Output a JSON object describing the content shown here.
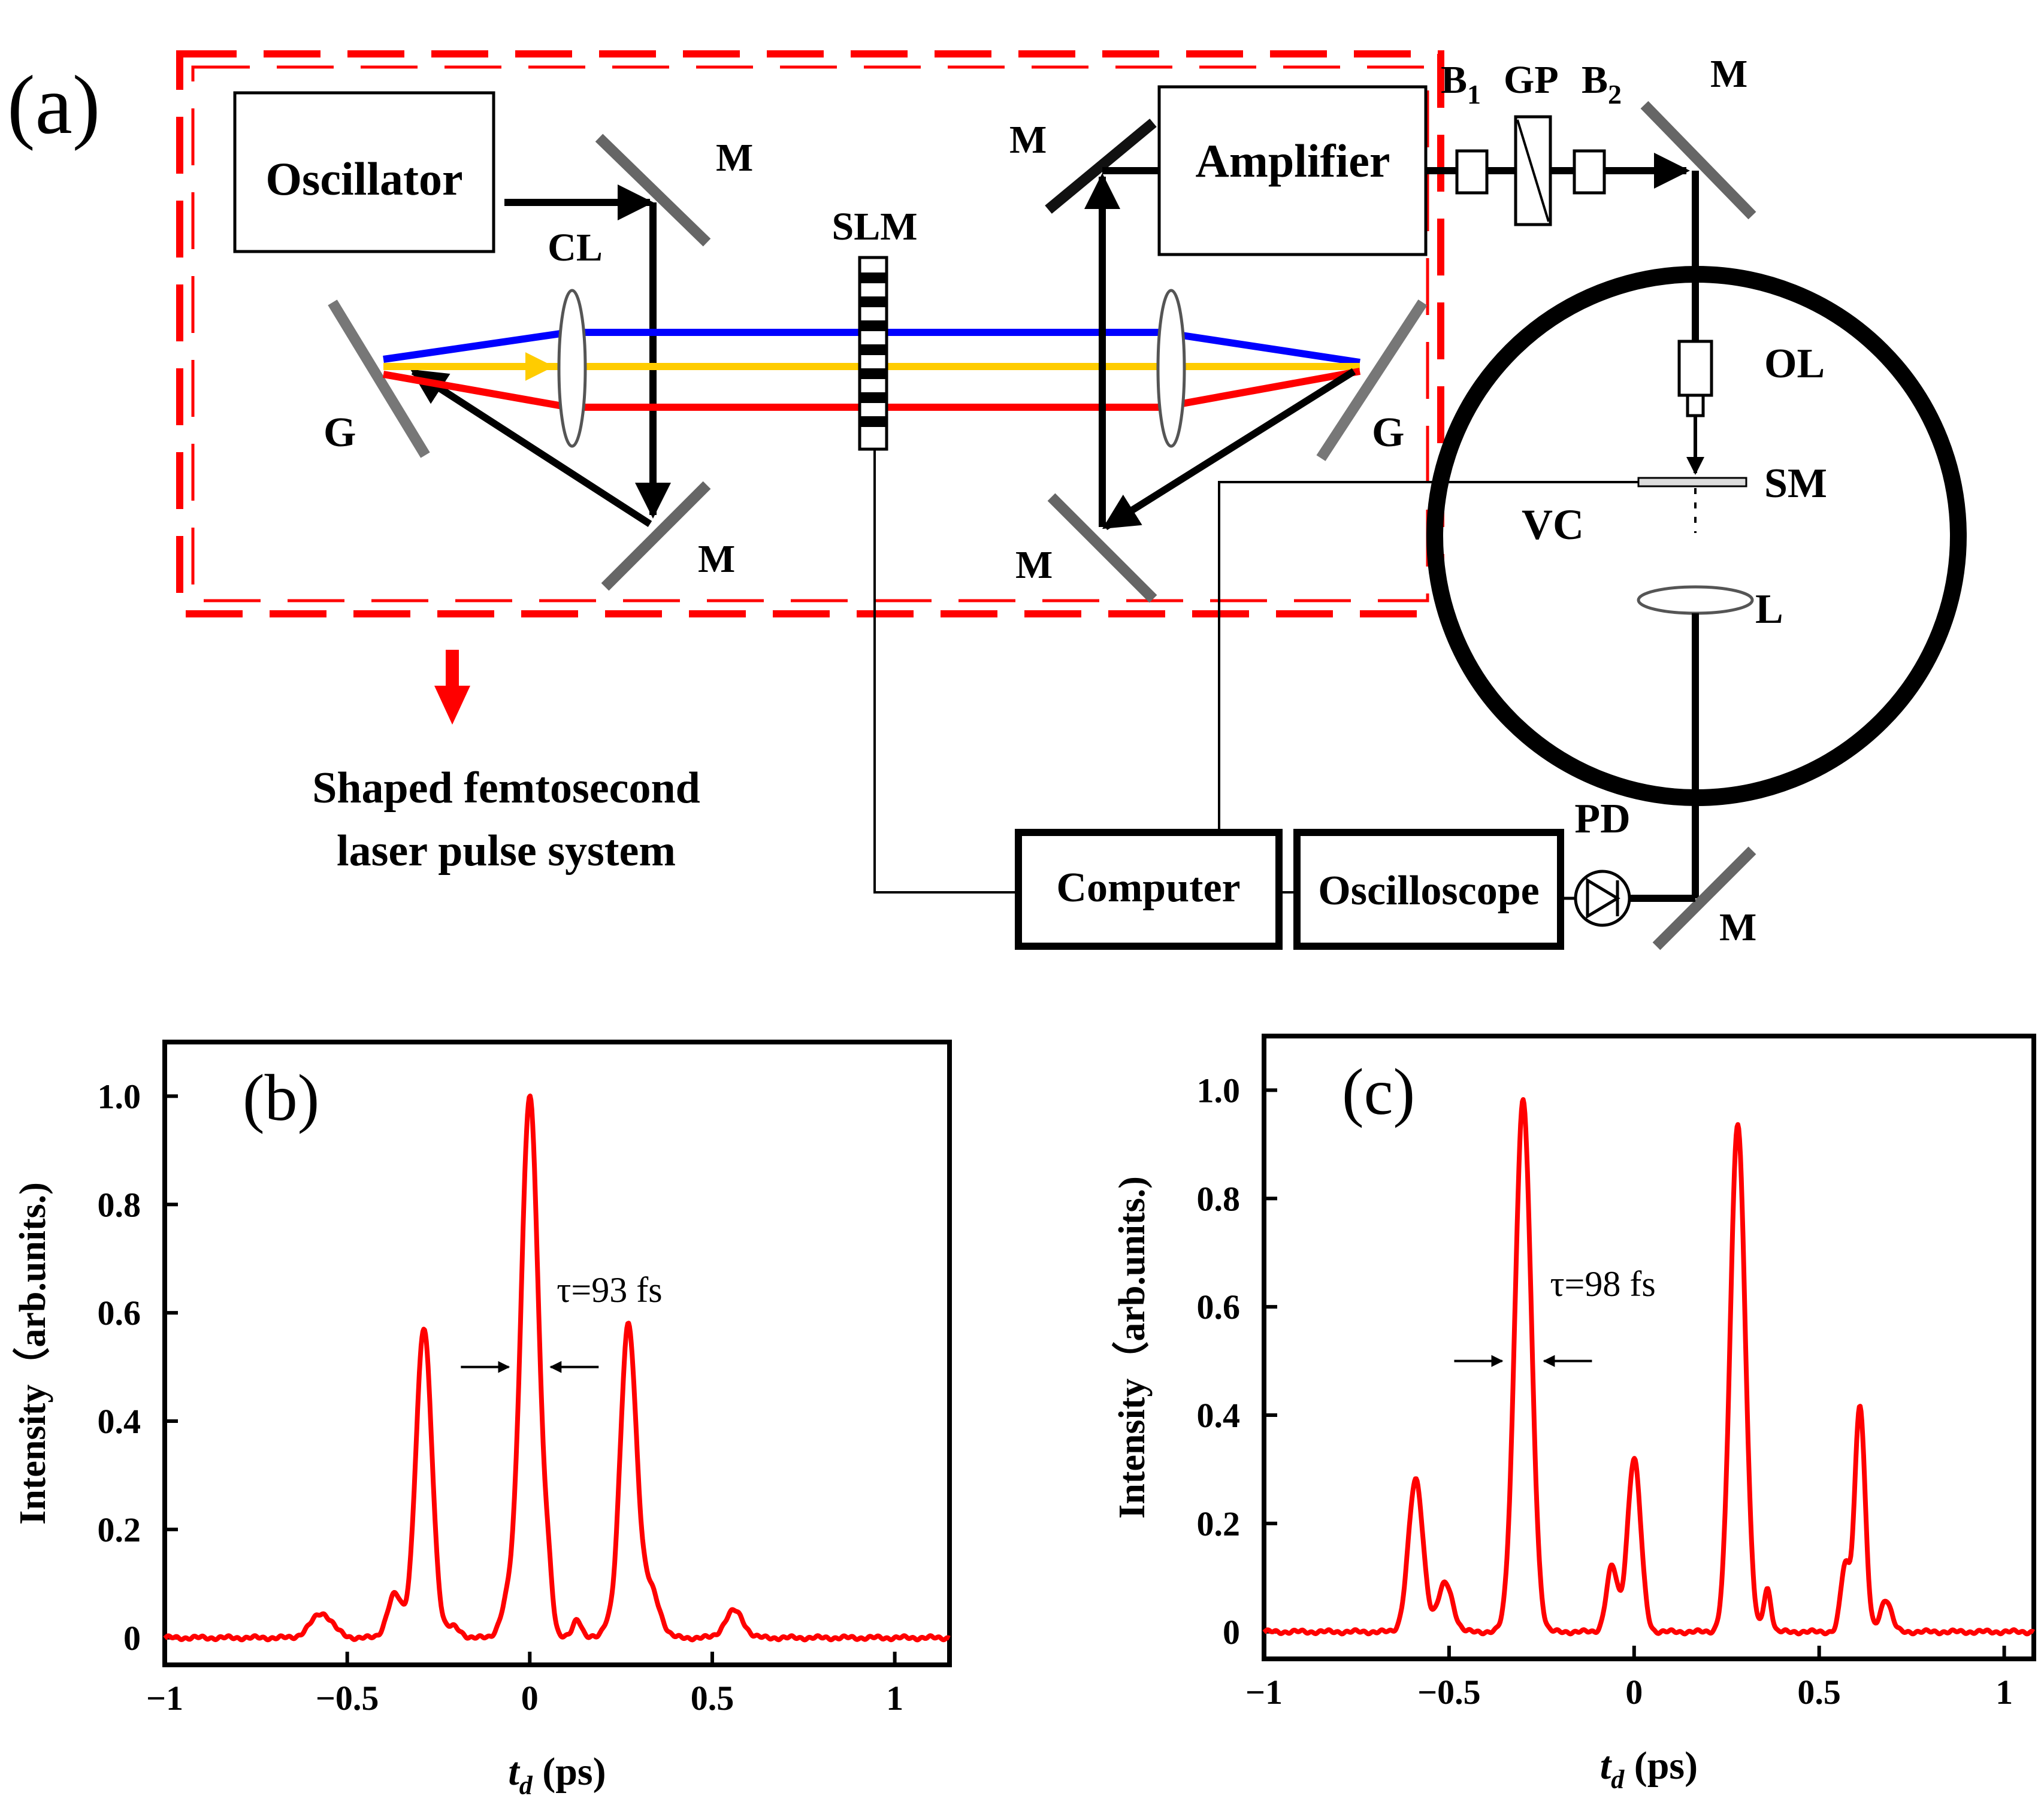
{
  "panel_a": {
    "tag": "(a)",
    "oscillator": "Oscillator",
    "amplifier": "Amplifier",
    "computer": "Computer",
    "oscilloscope": "Oscilloscope",
    "mirror": "M",
    "grating": "G",
    "cyl_lens": "CL",
    "slm": "SLM",
    "b1": "B",
    "b1_sub": "1",
    "gp": "GP",
    "b2": "B",
    "b2_sub": "2",
    "objective": "OL",
    "sample": "SM",
    "vacuum": "VC",
    "lens": "L",
    "photodiode": "PD",
    "system_line1": "Shaped femtosecond",
    "system_line2": "laser pulse system",
    "colors": {
      "dashed_box": "#ff0000",
      "beam_blue": "#0000ff",
      "beam_yellow": "#ffcc00",
      "beam_red": "#ff0000"
    }
  },
  "chart_data": [
    {
      "type": "line",
      "panel": "(b)",
      "ylabel": "Intensity（arb.units.)",
      "xlabel_main": "t",
      "xlabel_sub": "d",
      "xlabel_unit": " (ps)",
      "xlim": [
        -1.0,
        1.15
      ],
      "ylim": [
        -0.05,
        1.1
      ],
      "xticks": [
        -1,
        -0.5,
        0,
        0.5,
        1
      ],
      "xtick_labels": [
        "−1",
        "−0.5",
        "0",
        "0.5",
        "1"
      ],
      "yticks": [
        0,
        0.2,
        0.4,
        0.6,
        0.8,
        1.0
      ],
      "ytick_labels": [
        "0",
        "0.2",
        "0.4",
        "0.6",
        "0.8",
        "1.0"
      ],
      "annotation": "τ=93 fs",
      "line_color": "#ff0000",
      "peaks": [
        {
          "center": -0.57,
          "height": 0.045,
          "width": 0.03
        },
        {
          "center": -0.37,
          "height": 0.08,
          "width": 0.02
        },
        {
          "center": -0.29,
          "height": 0.57,
          "width": 0.022
        },
        {
          "center": -0.21,
          "height": 0.02,
          "width": 0.02
        },
        {
          "center": -0.06,
          "height": 0.06,
          "width": 0.02
        },
        {
          "center": 0.0,
          "height": 1.0,
          "width": 0.024
        },
        {
          "center": 0.05,
          "height": 0.09,
          "width": 0.012
        },
        {
          "center": 0.13,
          "height": 0.035,
          "width": 0.012
        },
        {
          "center": 0.21,
          "height": 0.02,
          "width": 0.012
        },
        {
          "center": 0.27,
          "height": 0.575,
          "width": 0.022
        },
        {
          "center": 0.33,
          "height": 0.09,
          "width": 0.025
        },
        {
          "center": 0.56,
          "height": 0.05,
          "width": 0.025
        }
      ],
      "baseline": 0.0
    },
    {
      "type": "line",
      "panel": "(c)",
      "ylabel": "Intensity（arb.units.)",
      "xlabel_main": "t",
      "xlabel_sub": "d",
      "xlabel_unit": " (ps)",
      "xlim": [
        -1.0,
        1.08
      ],
      "ylim": [
        -0.05,
        1.1
      ],
      "xticks": [
        -1,
        -0.5,
        0,
        0.5,
        1
      ],
      "xtick_labels": [
        "−1",
        "−0.5",
        "0",
        "0.5",
        "1"
      ],
      "yticks": [
        0,
        0.2,
        0.4,
        0.6,
        0.8,
        1.0
      ],
      "ytick_labels": [
        "0",
        "0.2",
        "0.4",
        "0.6",
        "0.8",
        "1.0"
      ],
      "annotation": "τ=98 fs",
      "line_color": "#ff0000",
      "peaks": [
        {
          "center": -0.59,
          "height": 0.28,
          "width": 0.02
        },
        {
          "center": -0.51,
          "height": 0.09,
          "width": 0.02
        },
        {
          "center": -0.3,
          "height": 0.98,
          "width": 0.022
        },
        {
          "center": -0.06,
          "height": 0.12,
          "width": 0.015
        },
        {
          "center": 0.0,
          "height": 0.32,
          "width": 0.018
        },
        {
          "center": 0.28,
          "height": 0.94,
          "width": 0.02
        },
        {
          "center": 0.36,
          "height": 0.08,
          "width": 0.01
        },
        {
          "center": 0.57,
          "height": 0.12,
          "width": 0.012
        },
        {
          "center": 0.61,
          "height": 0.42,
          "width": 0.014
        },
        {
          "center": 0.68,
          "height": 0.06,
          "width": 0.015
        }
      ],
      "baseline": 0.0
    }
  ]
}
